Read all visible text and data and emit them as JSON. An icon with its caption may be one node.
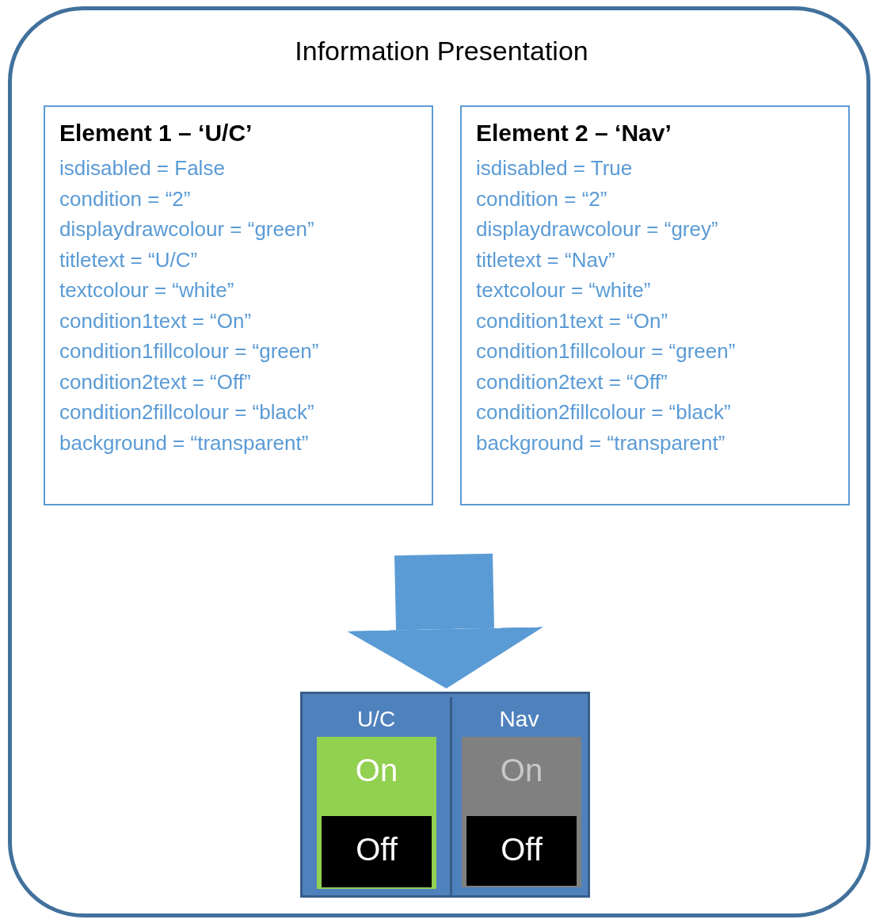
{
  "diagram": {
    "nodes": [
      {
        "text": [
          "Information Presentation"
        ]
      },
      {
        "text": [
          "Element 1 – ‘U/C’",
          "isdisabled = False",
          "condition = “2”",
          "displaydrawcolour = “green”",
          "titletext = “U/C”",
          "textcolour = “white”",
          "condition1text = “On”",
          "condition1fillcolour = “green”",
          "condition2text = “Off”",
          "condition2fillcolour = “black”",
          "background = “transparent”"
        ],
        "in": 0
      },
      {
        "text": [
          "Element 2 – ‘Nav’",
          "isdisabled = True",
          "condition = “2”",
          "displaydrawcolour = “grey”",
          "titletext = “Nav”",
          "textcolour = “white”",
          "condition1text = “On”",
          "condition1fillcolour = “green”",
          "condition2text = “Off”",
          "condition2fillcolour = “black”",
          "background = “transparent”"
        ],
        "in": 0
      },
      {
        "text": [],
        "shape": "box",
        "in": 0
      },
      {
        "text": [
          "U/C"
        ],
        "in": 3
      },
      {
        "text": [
          "On"
        ],
        "in": 4
      },
      {
        "text": [
          "Off"
        ],
        "in": 5
      },
      {
        "text": [
          "Nav"
        ],
        "in": 3
      },
      {
        "text": [
          "On"
        ],
        "in": 7
      },
      {
        "text": [
          "Off"
        ],
        "in": 8
      }
    ],
    "edges": [
      {
        "from": null,
        "to": 3,
        "arrow": "to"
      }
    ]
  }
}
